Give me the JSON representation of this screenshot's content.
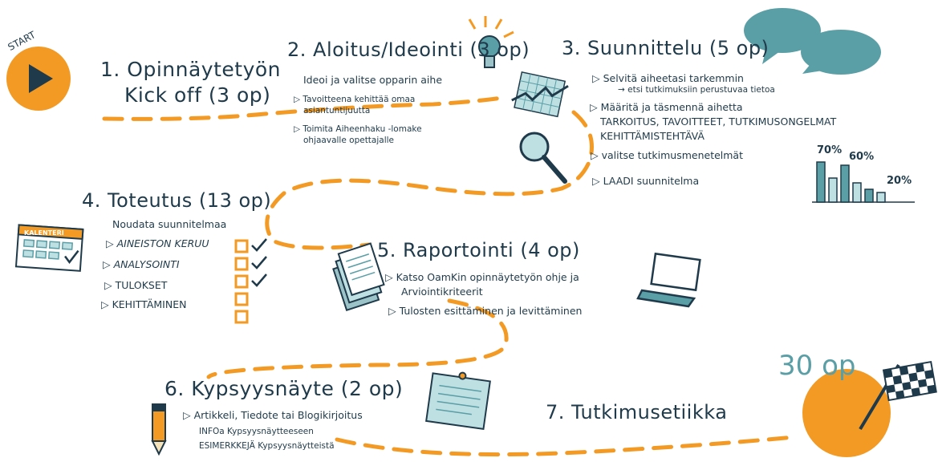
{
  "start": {
    "label": "START"
  },
  "steps": {
    "s1": {
      "line1": "1. Opinnäytetyön",
      "line2": "Kick off (3 op)"
    },
    "s2": {
      "title": "2. Aloitus/Ideointi (3 op)",
      "l1": "Ideoi ja valitse opparin aihe",
      "l2": "▷ Tavoitteena kehittää omaa",
      "l3": "asiantuntijuutta",
      "l4": "▷ Toimita Aiheenhaku -lomake",
      "l5": "ohjaavalle opettajalle"
    },
    "s3": {
      "title": "3. Suunnittelu (5 op)",
      "l1": "▷ Selvitä aiheetasi tarkemmin",
      "l2": "→ etsi tutkimuksiin perustuvaa tietoa",
      "l3": "▷ Määritä ja täsmennä aihetta",
      "l4": "TARKOITUS, TAVOITTEET, TUTKIMUSONGELMAT",
      "l5": "KEHITTÄMISTEHTÄVÄ",
      "l6": "▷ valitse tutkimusmenetelmät",
      "l7": "▷ LAADI suunnitelma"
    },
    "s4": {
      "title": "4. Toteutus (13 op)",
      "l1": "Noudata suunnitelmaa",
      "l2": "▷ AINEISTON KERUU",
      "l3": "▷ ANALYSOINTI",
      "l4": "▷ TULOKSET",
      "l5": "▷ KEHITTÄMINEN"
    },
    "s5": {
      "title": "5. Raportointi (4 op)",
      "l1": "▷ Katso OamKin opinnäytetyön ohje ja",
      "l2": "Arviointikriteerit",
      "l3": "▷ Tulosten esittäminen ja levittäminen"
    },
    "s6": {
      "title": "6. Kypsyysnäyte (2 op)",
      "l1": "▷ Artikkeli, Tiedote tai Blogikirjoitus",
      "l2": "INFOa Kypsyysnäytteeseen",
      "l3": "ESIMERKKEJÄ Kypsyysnäytteistä"
    },
    "s7": {
      "title": "7. Tutkimusetiikka"
    }
  },
  "calendar_label": "KALENTERI",
  "barchart": {
    "labels": [
      "70%",
      "60%",
      "20%"
    ]
  },
  "finish": {
    "label": "30 op"
  },
  "colors": {
    "orange": "#f39a24",
    "teal": "#5a9ea6",
    "ink": "#1f3a4a"
  }
}
